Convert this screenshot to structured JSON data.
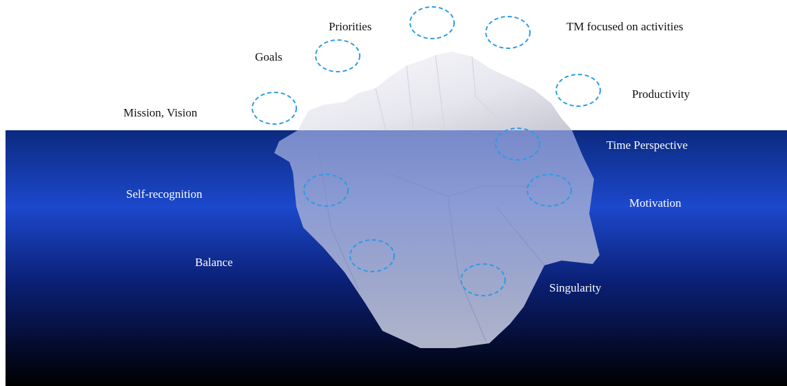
{
  "colors": {
    "water_top": "#0a2c86",
    "water_mid": "#1a45c9",
    "water_bottom": "#000000",
    "marker": "#2a9be6",
    "ice_light": "#f2f2f7",
    "ice_shadow": "#c9c9d6"
  },
  "above_surface": {
    "priorities": "Priorities",
    "tm_focused": "TM focused on activities",
    "goals": "Goals",
    "productivity": "Productivity",
    "mission_vision": "Mission, Vision"
  },
  "below_surface": {
    "time_perspective": "Time Perspective",
    "self_recognition": "Self-recognition",
    "motivation": "Motivation",
    "balance": "Balance",
    "singularity": "Singularity"
  }
}
